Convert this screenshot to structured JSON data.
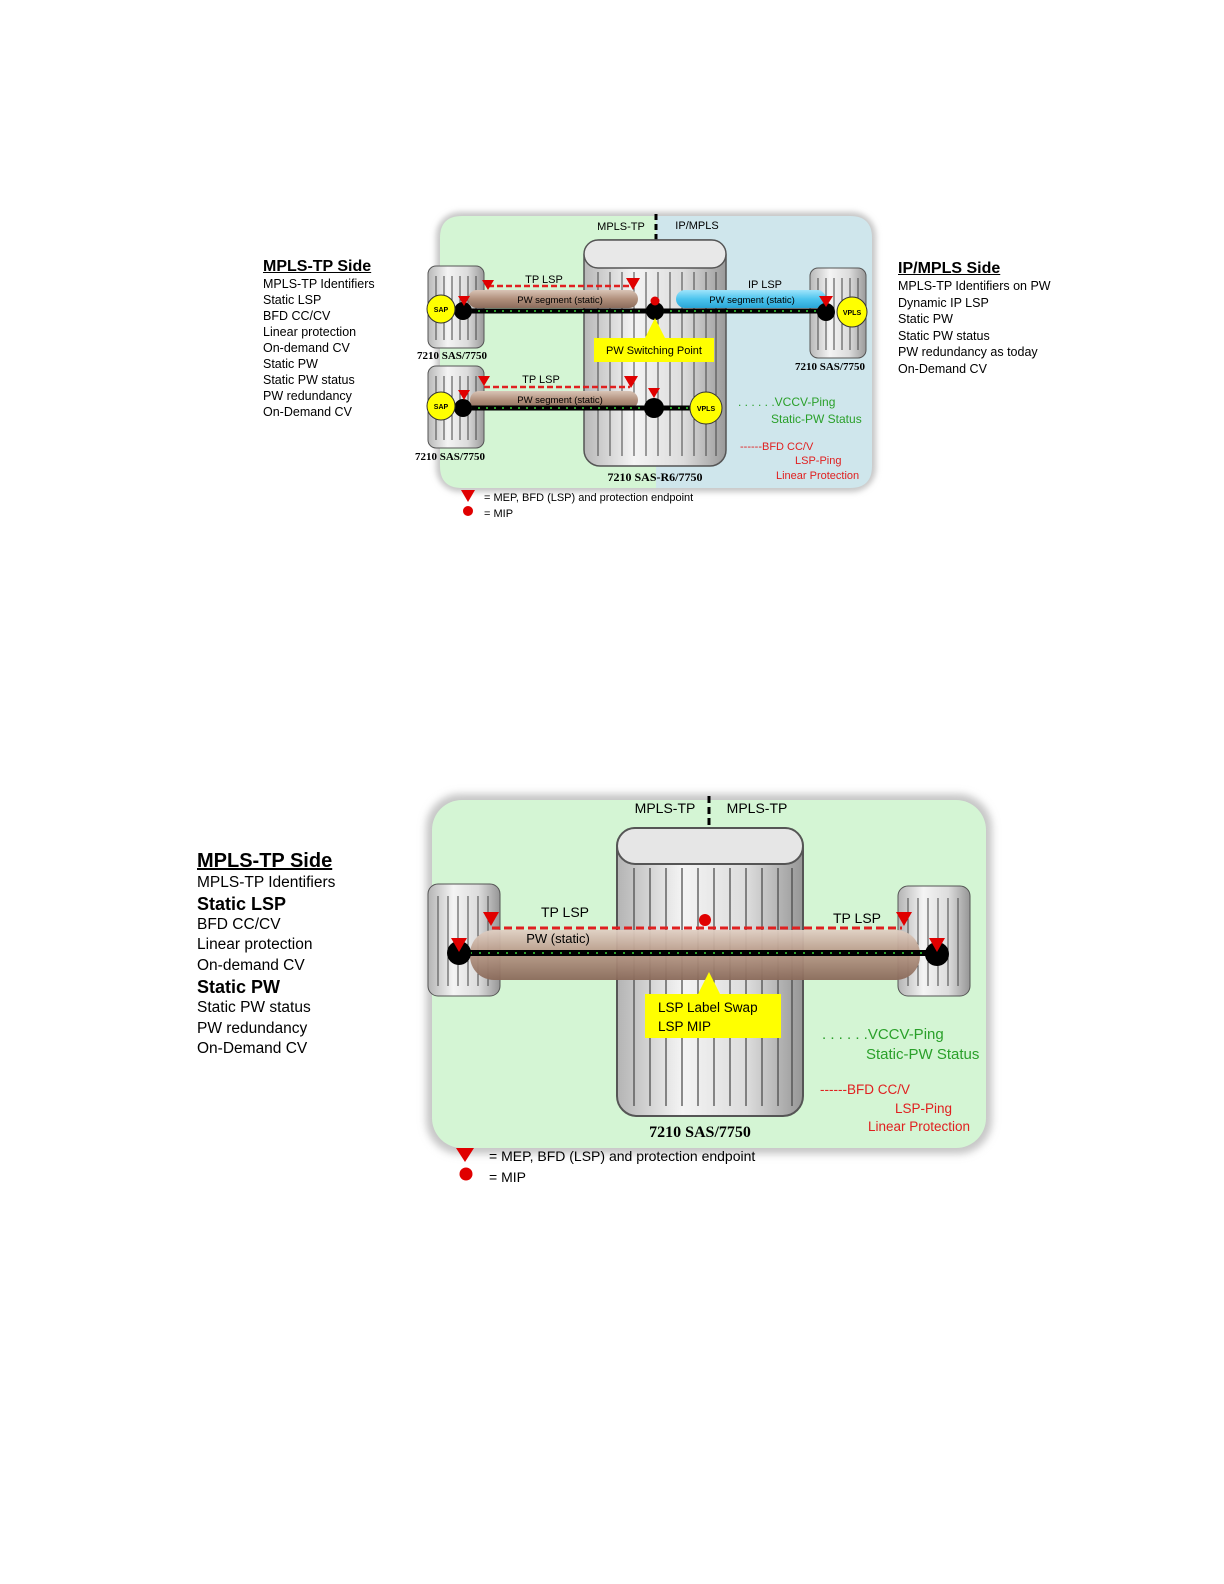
{
  "colors": {
    "green_region": "#d4f5d4",
    "blue_region": "#cfe6ec",
    "callout_yellow": "#ffff00",
    "mep_red": "#e00000",
    "vccv_green": "#2aa02a",
    "bfd_red": "#e02020",
    "ip_lsp_cyan": "#5ccdf0",
    "pw_tube": "#b89a88"
  },
  "fig1": {
    "boundary_left": "MPLS-TP",
    "boundary_right": "IP/MPLS",
    "tp_lsp_label": "TP LSP",
    "ip_lsp_label": "IP LSP",
    "pw_segment_label": "PW segment (static)",
    "pw_segment_label_2": "PW segment (static)",
    "pw_segment_label_3": "PW segment (static)",
    "switching_point": "PW Switching Point",
    "sap": "SAP",
    "vpls": "VPLS",
    "node_left_top": "7210 SAS/7750",
    "node_left_bottom": "7210 SAS/7750",
    "node_center": "7210 SAS-R6/7750",
    "node_right": "7210 SAS/7750",
    "legend_vccv": ". . . . . .VCCV-Ping",
    "legend_vccv_2": "Static-PW Status",
    "legend_bfd": "------BFD CC/V",
    "legend_bfd_2": "LSP-Ping",
    "legend_bfd_3": "Linear Protection",
    "key_mep": "= MEP, BFD (LSP) and protection endpoint",
    "key_mip": "= MIP",
    "left_panel": {
      "title": "MPLS-TP Side",
      "items": [
        "MPLS-TP Identifiers",
        "Static LSP",
        "BFD CC/CV",
        "Linear protection",
        "On-demand CV",
        "Static PW",
        "Static PW status",
        "PW redundancy",
        "On-Demand CV"
      ]
    },
    "right_panel": {
      "title": "IP/MPLS Side",
      "items": [
        "MPLS-TP Identifiers on PW",
        "Dynamic IP LSP",
        "Static PW",
        "Static PW status",
        "PW redundancy as today",
        "On-Demand CV"
      ]
    }
  },
  "fig2": {
    "boundary_left": "MPLS-TP",
    "boundary_right": "MPLS-TP",
    "tp_lsp_left": "TP LSP",
    "tp_lsp_right": "TP LSP",
    "pw_label": "PW (static)",
    "swap_line1": "LSP Label Swap",
    "swap_line2": "LSP MIP",
    "node_center": "7210 SAS/7750",
    "legend_vccv": ". . . . . .VCCV-Ping",
    "legend_vccv_2": "Static-PW Status",
    "legend_bfd": "------BFD CC/V",
    "legend_bfd_2": "LSP-Ping",
    "legend_bfd_3": "Linear Protection",
    "key_mep": "= MEP, BFD (LSP) and protection endpoint",
    "key_mip": "= MIP",
    "left_panel": {
      "title": "MPLS-TP Side",
      "items": [
        "MPLS-TP Identifiers",
        "Static LSP",
        "BFD CC/CV",
        "Linear protection",
        "On-demand CV",
        "Static PW",
        "Static PW status",
        "PW redundancy",
        "On-Demand CV"
      ]
    }
  }
}
